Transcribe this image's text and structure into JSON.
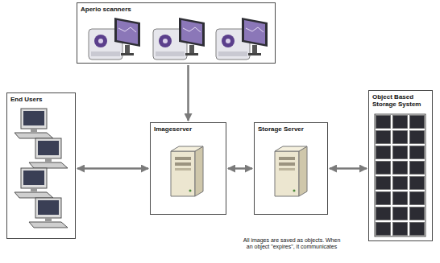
{
  "diagram": {
    "nodes": [
      {
        "text": [
          "Aperio scanners"
        ]
      },
      {
        "text": [
          "End Users"
        ]
      },
      {
        "text": [
          "Imageserver"
        ]
      },
      {
        "text": [
          "Storage Server"
        ]
      },
      {
        "text": [
          "Object Based Storage System"
        ]
      }
    ],
    "edges": [
      {
        "from": 0,
        "to": 2,
        "arrow": "to"
      },
      {
        "from": 1,
        "to": 2,
        "arrow": "both"
      },
      {
        "from": 2,
        "to": 3,
        "arrow": "both"
      },
      {
        "from": 3,
        "to": 4,
        "arrow": "both"
      }
    ],
    "labels": [
      "All images are saved as objects. When an object \"expires\", it communicates"
    ]
  }
}
